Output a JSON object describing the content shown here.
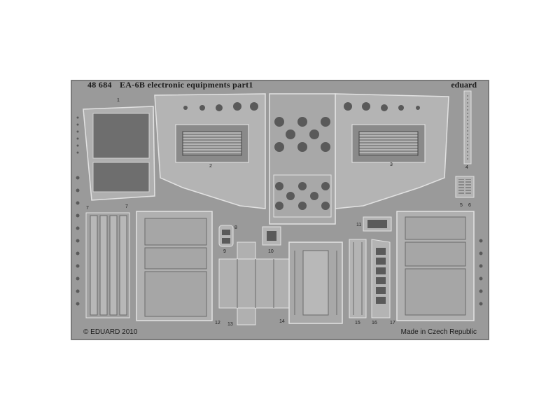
{
  "sheet": {
    "part_number": "48 684",
    "title": "EA-6B electronic equipments   part1",
    "brand": "eduard",
    "copyright": "© EDUARD 2010",
    "origin": "Made in Czech Republic"
  },
  "part_labels": [
    "1",
    "2",
    "3",
    "4",
    "5",
    "6",
    "7",
    "7",
    "8",
    "9",
    "10",
    "11",
    "12",
    "13",
    "14",
    "15",
    "16",
    "17"
  ],
  "colors": {
    "background": "#ffffff",
    "fret": "#9a9a9a",
    "part_light": "#b4b4b4",
    "part_dark": "#5a5a5a",
    "etch_line": "#e2e2e2"
  }
}
